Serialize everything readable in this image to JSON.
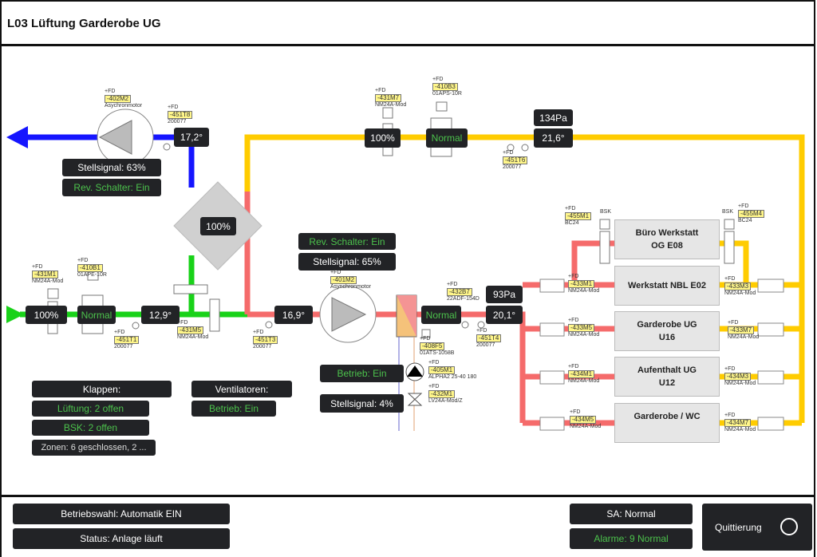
{
  "header": {
    "title": "L03 Lüftung Garderobe UG"
  },
  "colors": {
    "exhaust": "#1515ff",
    "outdoor": "#19d219",
    "supply": "#f56b6b",
    "extract": "#ffcc00",
    "status_ok": "#4cc24c"
  },
  "exhaust": {
    "fan_signal": "Stellsignal: 63%",
    "fan_rev": "Rev. Schalter: Ein",
    "temp": "17,2°"
  },
  "heat_recovery": {
    "value": "100%"
  },
  "extract": {
    "damper": "100%",
    "filter": "Normal",
    "pressure": "134Pa",
    "temp": "21,6°"
  },
  "outdoor": {
    "damper": "100%",
    "filter": "Normal",
    "temp": "12,9°"
  },
  "supply": {
    "temp_after_hr": "16,9°",
    "fan_rev": "Rev. Schalter: Ein",
    "fan_signal": "Stellsignal: 65%",
    "filter": "Normal",
    "pressure": "93Pa",
    "temp": "20,1°"
  },
  "heater": {
    "pump": "Betrieb: Ein",
    "valve": "Stellsignal: 4%"
  },
  "summary": {
    "klappen_title": "Klappen:",
    "lueftung": "Lüftung: 2 offen",
    "bsk": "BSK: 2 offen",
    "zonen": "Zonen: 6 geschlossen, 2 ...",
    "ventilatoren_title": "Ventilatoren:",
    "ventilatoren_betrieb": "Betrieb: Ein"
  },
  "rooms": [
    "Büro Werkstatt OG E08",
    "Werkstatt NBL E02",
    "Garderobe UG U16",
    "Aufenthalt UG U12",
    "Garderobe / WC"
  ],
  "bsk_label": "BSK",
  "tags": [
    {
      "fd": "+FD",
      "id": "-402M2",
      "type": "Asychronmotor"
    },
    {
      "fd": "+FD",
      "id": "-451T8",
      "type": "200077"
    },
    {
      "fd": "+FD",
      "id": "-431M1",
      "type": "NM24A-Mod"
    },
    {
      "fd": "+FD",
      "id": "-410B1",
      "type": "01APE-10R"
    },
    {
      "fd": "+FD",
      "id": "-451T1",
      "type": "200077"
    },
    {
      "fd": "+FD",
      "id": "-431M5",
      "type": "NM24A-Mod"
    },
    {
      "fd": "+FD",
      "id": "-451T3",
      "type": "200077"
    },
    {
      "fd": "+FD",
      "id": "-431M7",
      "type": "NM24A-Mod"
    },
    {
      "fd": "+FD",
      "id": "-410B3",
      "type": "01APS-10R"
    },
    {
      "fd": "+FD",
      "id": "-451T6",
      "type": "200077"
    },
    {
      "fd": "+FD",
      "id": "-401M2",
      "type": "Asynchronmotor"
    },
    {
      "fd": "+FD",
      "id": "-432B7",
      "type": "22ADF-154D"
    },
    {
      "fd": "+FD",
      "id": "-408F5",
      "type": "01ATS-1058B"
    },
    {
      "fd": "+FD",
      "id": "-451T4",
      "type": "200077"
    },
    {
      "fd": "+FD",
      "id": "-405M1",
      "type": "ALPHA2 25-40 180"
    },
    {
      "fd": "+FD",
      "id": "-432M1",
      "type": "LV24A-Mod/Z"
    },
    {
      "fd": "+FD",
      "id": "-455M1",
      "type": "BC24"
    },
    {
      "fd": "+FD",
      "id": "-455M4",
      "type": "BC24"
    },
    {
      "fd": "+FD",
      "id": "-433M1",
      "type": "NM24A-Mod"
    },
    {
      "fd": "+FD",
      "id": "-433M3",
      "type": "NM24A-Mod"
    },
    {
      "fd": "+FD",
      "id": "-433M5",
      "type": "NM24A-Mod"
    },
    {
      "fd": "+FD",
      "id": "-433M7",
      "type": "NM24A-Mod"
    },
    {
      "fd": "+FD",
      "id": "-434M1",
      "type": "NM24A-Mod"
    },
    {
      "fd": "+FD",
      "id": "-434M3",
      "type": "NM24A-Mod"
    },
    {
      "fd": "+FD",
      "id": "-434M5",
      "type": "NM24A-Mod"
    },
    {
      "fd": "+FD",
      "id": "-434M7",
      "type": "NM24A-Mod"
    }
  ],
  "footer": {
    "betriebswahl": "Betriebswahl: Automatik EIN",
    "status": "Status: Anlage läuft",
    "sa": "SA: Normal",
    "alarme": "Alarme: 9 Normal",
    "quittierung": "Quittierung"
  }
}
